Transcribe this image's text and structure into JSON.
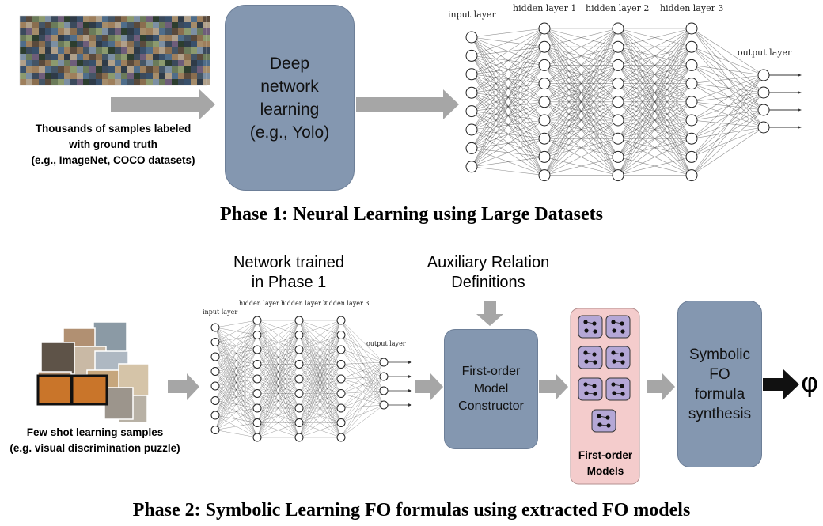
{
  "phase1": {
    "caption": "Phase 1: Neural Learning using Large Datasets",
    "samples_label": "Thousands of samples labeled\nwith ground truth\n(e.g., ImageNet, COCO datasets)",
    "deep_box": "Deep\nnetwork\nlearning\n(e.g., Yolo)",
    "net": {
      "input_label": "input layer",
      "hidden1": "hidden layer 1",
      "hidden2": "hidden layer 2",
      "hidden3": "hidden layer 3",
      "output_label": "output layer"
    }
  },
  "phase2": {
    "caption": "Phase 2: Symbolic Learning FO formulas using extracted FO models",
    "trained_label": "Network trained\nin Phase 1",
    "aux_label": "Auxiliary Relation\nDefinitions",
    "fewshot_label": "Few shot learning samples\n(e.g. visual discrimination puzzle)",
    "constructor_box": "First-order\nModel\nConstructor",
    "models_label": "First-order\nModels",
    "synthesis_box": "Symbolic\nFO\nformula\nsynthesis",
    "result_symbol": "φ",
    "net": {
      "input_label": "input layer",
      "hidden1": "hidden layer 1",
      "hidden2": "hidden layer 2",
      "hidden3": "hidden layer 3",
      "output_label": "output layer"
    }
  },
  "colors": {
    "box_fill": "#8497b0",
    "arrow_gray": "#a6a6a6",
    "models_panel": "#f4cccc",
    "arrow_black": "#111111"
  }
}
